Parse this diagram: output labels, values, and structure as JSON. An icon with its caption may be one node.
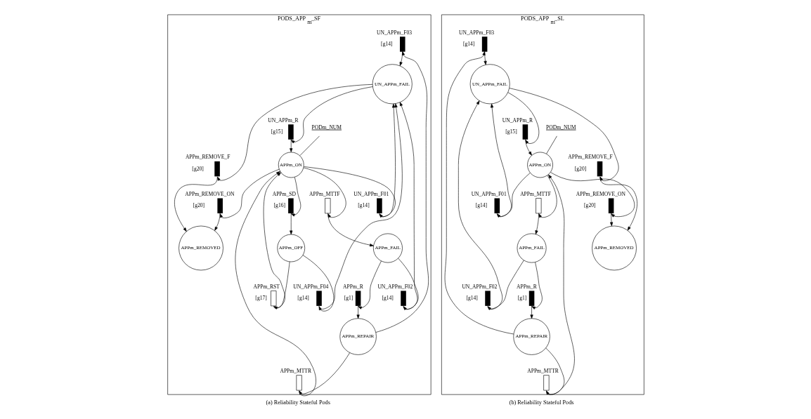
{
  "diagram": {
    "nodes": [
      {
        "text": [
          "PODS_APP$_{m}$_SF"
        ],
        "beside": [
          "(a) Reliability Stateful Pods"
        ]
      },
      {
        "text": [
          "UN_APPm_F03",
          "[g14]"
        ],
        "in": 0
      },
      {
        "text": [
          "APPm_FAIL"
        ],
        "in": 0
      },
      {
        "text": [
          "APPm_R",
          "[g1]"
        ],
        "in": 0
      },
      {
        "text": [
          "APPm_REPAIR"
        ],
        "in": 0
      },
      {
        "text": [
          "UN_APPm_F02",
          "[g14]"
        ],
        "in": 0
      },
      {
        "text": [
          "APPm_OFF"
        ],
        "in": 0
      },
      {
        "text": [
          "UN_APPm_F04",
          "[g14]"
        ],
        "in": 0
      },
      {
        "text": [
          "UN_APPm_FAIL"
        ],
        "in": 0
      },
      {
        "text": [
          "APPm_SD",
          "[g16]"
        ],
        "in": 0
      },
      {
        "text": [
          "APPm_RST",
          "[g17]"
        ],
        "in": 0
      },
      {
        "text": [
          "APPm_MTTF"
        ],
        "in": 0
      },
      {
        "text": [
          "APPm_MTTR"
        ],
        "in": 0
      },
      {
        "text": [
          "UN_APPm_F01",
          "[g14]"
        ],
        "in": 0
      },
      {
        "text": [
          "PODm_NUM"
        ],
        "in": 0
      },
      {
        "text": [
          "APPm_ON"
        ],
        "in": 0
      },
      {
        "text": [
          "UN_APPm_R",
          "[g15]"
        ],
        "in": 0
      },
      {
        "text": [
          "APPm_REMOVED"
        ],
        "in": 0
      },
      {
        "text": [
          "APPm_REMOVE_F",
          "[g20]"
        ],
        "in": 0
      },
      {
        "text": [
          "APPm_REMOVE_ON",
          "[g20]"
        ],
        "in": 0
      },
      {
        "text": [
          "PODS_APP$_{m}$_SL"
        ],
        "beside": [
          "(b) Reliability Stateful Pods"
        ]
      },
      {
        "text": [
          "UN_APPm_F03",
          "[g14]"
        ],
        "in": 20
      },
      {
        "text": [
          "APPm_FAIL"
        ],
        "in": 20
      },
      {
        "text": [
          "APPm_R",
          "[g1]"
        ],
        "in": 20
      },
      {
        "text": [
          "APPm_REPAIR"
        ],
        "in": 20
      },
      {
        "text": [
          "UN_APPm_F02",
          "[g14]"
        ],
        "in": 20
      },
      {
        "text": [
          "UN_APPm_FAIL"
        ],
        "in": 20
      },
      {
        "text": [
          "APPm_MTTF"
        ],
        "in": 20
      },
      {
        "text": [
          "APPm_MTTR"
        ],
        "in": 20
      },
      {
        "text": [
          "UN_APPm_F01",
          "[g14]"
        ],
        "in": 20
      },
      {
        "text": [
          "PODm_NUM"
        ],
        "in": 20
      },
      {
        "text": [
          "APPm_ON"
        ],
        "in": 20
      },
      {
        "text": [
          "UN_APPm_R",
          "[g15]"
        ],
        "in": 20
      },
      {
        "text": [
          "APPm_REMOVED"
        ],
        "in": 20
      },
      {
        "text": [
          "APPm_REMOVE_F",
          "[g20]"
        ],
        "in": 20
      },
      {
        "text": [
          "APPm_REMOVE_ON",
          "[g20]"
        ],
        "in": 20
      }
    ],
    "edges": [
      {
        "from": 4,
        "to": 1,
        "arrow": "to"
      },
      {
        "from": 1,
        "to": 8,
        "arrow": "to"
      },
      {
        "from": 2,
        "to": 5,
        "arrow": "to"
      },
      {
        "from": 5,
        "to": 8,
        "arrow": "to"
      },
      {
        "from": 2,
        "to": 3,
        "arrow": "to"
      },
      {
        "from": 3,
        "to": 4,
        "arrow": "to"
      },
      {
        "from": 4,
        "to": 12,
        "arrow": "to"
      },
      {
        "from": 12,
        "to": 15,
        "arrow": "to"
      },
      {
        "from": 6,
        "to": 7,
        "arrow": "to"
      },
      {
        "from": 7,
        "to": 8,
        "arrow": "to"
      },
      {
        "from": 9,
        "to": 6,
        "arrow": "to"
      },
      {
        "from": 15,
        "to": 9,
        "arrow": "to"
      },
      {
        "from": 6,
        "to": 10,
        "arrow": "to"
      },
      {
        "from": 10,
        "to": 15,
        "arrow": "to"
      },
      {
        "from": 15,
        "to": 11,
        "arrow": "to"
      },
      {
        "from": 11,
        "to": 2,
        "arrow": "to"
      },
      {
        "from": 15,
        "to": 13,
        "arrow": "to"
      },
      {
        "from": 13,
        "to": 8,
        "arrow": "to"
      },
      {
        "from": 8,
        "to": 16,
        "arrow": "to"
      },
      {
        "from": 16,
        "to": 15,
        "arrow": "to"
      },
      {
        "from": 8,
        "to": 18,
        "arrow": "to"
      },
      {
        "from": 18,
        "to": 17,
        "arrow": "to"
      },
      {
        "from": 15,
        "to": 19,
        "arrow": "to"
      },
      {
        "from": 19,
        "to": 17,
        "arrow": "to"
      },
      {
        "from": 14,
        "to": 15,
        "arrow": "none"
      },
      {
        "from": 24,
        "to": 21,
        "arrow": "to"
      },
      {
        "from": 21,
        "to": 26,
        "arrow": "to"
      },
      {
        "from": 22,
        "to": 25,
        "arrow": "to"
      },
      {
        "from": 25,
        "to": 26,
        "arrow": "to"
      },
      {
        "from": 22,
        "to": 23,
        "arrow": "to"
      },
      {
        "from": 23,
        "to": 24,
        "arrow": "to"
      },
      {
        "from": 24,
        "to": 28,
        "arrow": "to"
      },
      {
        "from": 28,
        "to": 31,
        "arrow": "to"
      },
      {
        "from": 31,
        "to": 27,
        "arrow": "to"
      },
      {
        "from": 27,
        "to": 22,
        "arrow": "to"
      },
      {
        "from": 31,
        "to": 29,
        "arrow": "to"
      },
      {
        "from": 29,
        "to": 26,
        "arrow": "to"
      },
      {
        "from": 26,
        "to": 32,
        "arrow": "to"
      },
      {
        "from": 32,
        "to": 31,
        "arrow": "to"
      },
      {
        "from": 26,
        "to": 34,
        "arrow": "to"
      },
      {
        "from": 34,
        "to": 33,
        "arrow": "to"
      },
      {
        "from": 31,
        "to": 35,
        "arrow": "to"
      },
      {
        "from": 35,
        "to": 33,
        "arrow": "to"
      },
      {
        "from": 30,
        "to": 31,
        "arrow": "none"
      }
    ]
  }
}
